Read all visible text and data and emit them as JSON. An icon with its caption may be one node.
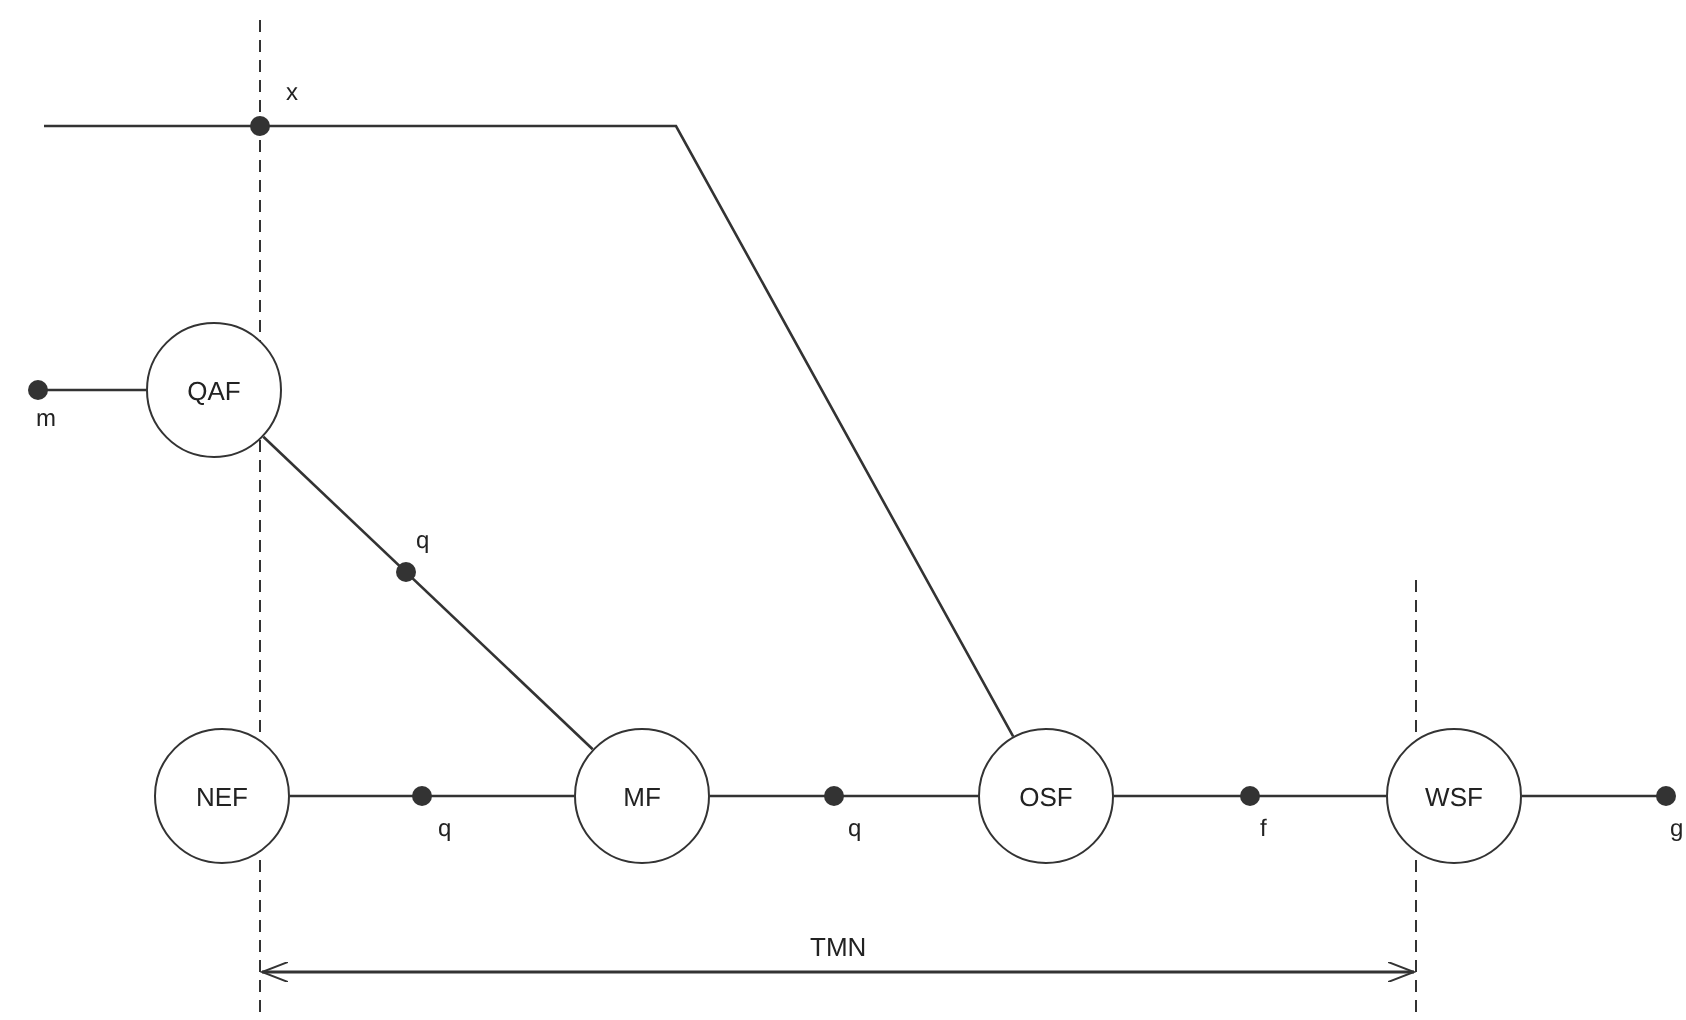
{
  "diagram": {
    "nodes": [
      {
        "text": [
          "QAF"
        ]
      },
      {
        "text": [
          "NEF"
        ]
      },
      {
        "text": [
          "MF"
        ]
      },
      {
        "text": [
          "OSF"
        ]
      },
      {
        "text": [
          "WSF"
        ]
      }
    ],
    "edges": [
      {
        "from": null,
        "to": 3,
        "arrow": "none",
        "label": "x"
      },
      {
        "from": null,
        "to": 0,
        "arrow": "other",
        "label": "m"
      },
      {
        "from": 0,
        "to": 2,
        "arrow": "none",
        "label": "q"
      },
      {
        "from": 1,
        "to": 2,
        "arrow": "none",
        "label": "q"
      },
      {
        "from": 2,
        "to": 3,
        "arrow": "none",
        "label": "q"
      },
      {
        "from": 3,
        "to": 4,
        "arrow": "none",
        "label": "f"
      },
      {
        "from": 4,
        "to": null,
        "arrow": "other",
        "label": "g"
      }
    ],
    "labels": [
      "TMN"
    ]
  }
}
